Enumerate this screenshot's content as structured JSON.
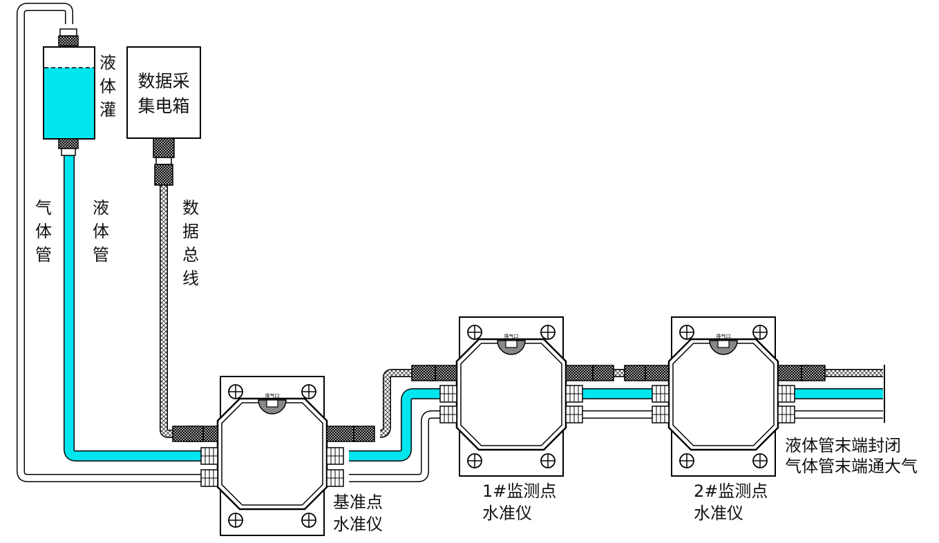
{
  "colors": {
    "liquid": "#00e5ee",
    "line": "#000000",
    "background": "#ffffff"
  },
  "tank": {
    "label": "液体灌"
  },
  "collector": {
    "label_line1": "数据采",
    "label_line2": "集电箱"
  },
  "pipes": {
    "gas": "气体管",
    "liquid": "液体管",
    "bus": "数据总线"
  },
  "gauges": [
    {
      "id": "reference",
      "line1": "基准点",
      "line2": "水准仪",
      "vent": "排气口"
    },
    {
      "id": "point1",
      "line1": "1#监测点",
      "line2": "水准仪",
      "vent": "排气口"
    },
    {
      "id": "point2",
      "line1": "2#监测点",
      "line2": "水准仪",
      "vent": "排气口"
    }
  ],
  "notes": {
    "line1": "液体管末端封闭",
    "line2": "气体管末端通大气"
  }
}
